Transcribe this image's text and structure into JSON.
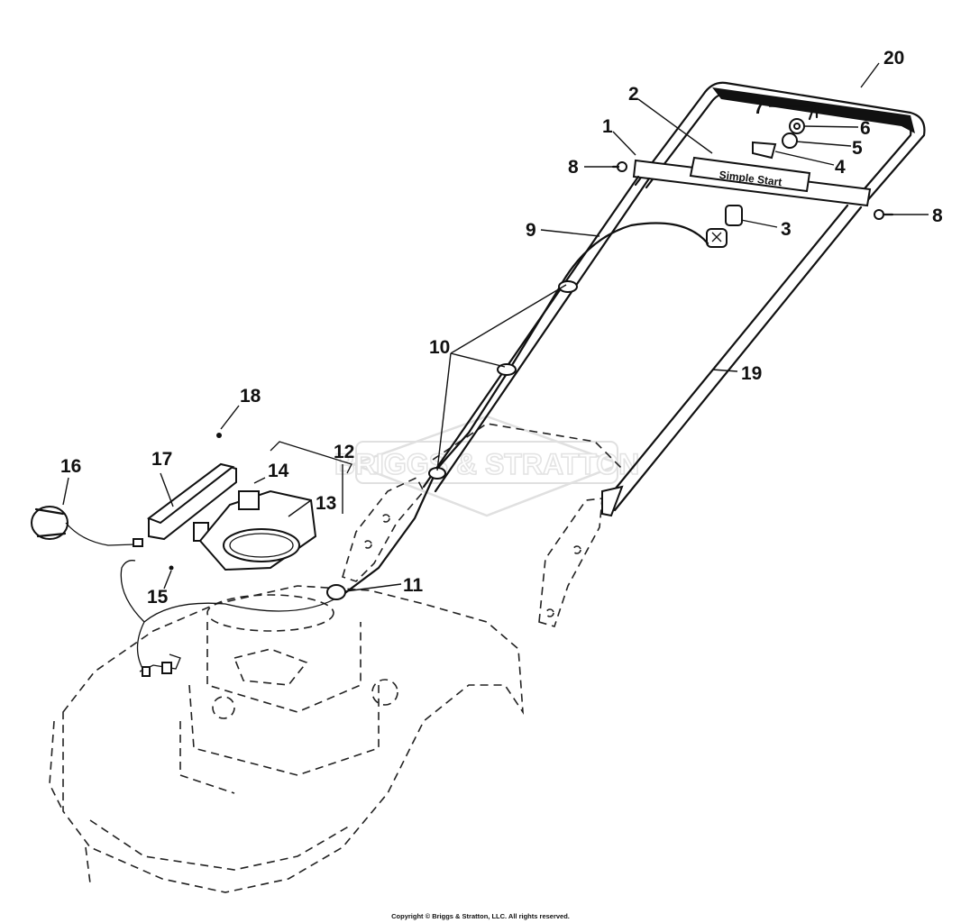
{
  "callouts": [
    {
      "id": "c1",
      "label": "1"
    },
    {
      "id": "c2",
      "label": "2"
    },
    {
      "id": "c3",
      "label": "3"
    },
    {
      "id": "c4",
      "label": "4"
    },
    {
      "id": "c5",
      "label": "5"
    },
    {
      "id": "c6",
      "label": "6"
    },
    {
      "id": "c7",
      "label": "7"
    },
    {
      "id": "c8a",
      "label": "8"
    },
    {
      "id": "c8b",
      "label": "8"
    },
    {
      "id": "c9",
      "label": "9"
    },
    {
      "id": "c10",
      "label": "10"
    },
    {
      "id": "c11",
      "label": "11"
    },
    {
      "id": "c12",
      "label": "12"
    },
    {
      "id": "c13",
      "label": "13"
    },
    {
      "id": "c14",
      "label": "14"
    },
    {
      "id": "c15",
      "label": "15"
    },
    {
      "id": "c16",
      "label": "16"
    },
    {
      "id": "c17",
      "label": "17"
    },
    {
      "id": "c18",
      "label": "18"
    },
    {
      "id": "c19",
      "label": "19"
    },
    {
      "id": "c20",
      "label": "20"
    }
  ],
  "decal_text": "Simple Start",
  "watermark": "BRIGGS & STRATTON",
  "copyright": "Copyright © Briggs & Stratton, LLC. All rights reserved."
}
